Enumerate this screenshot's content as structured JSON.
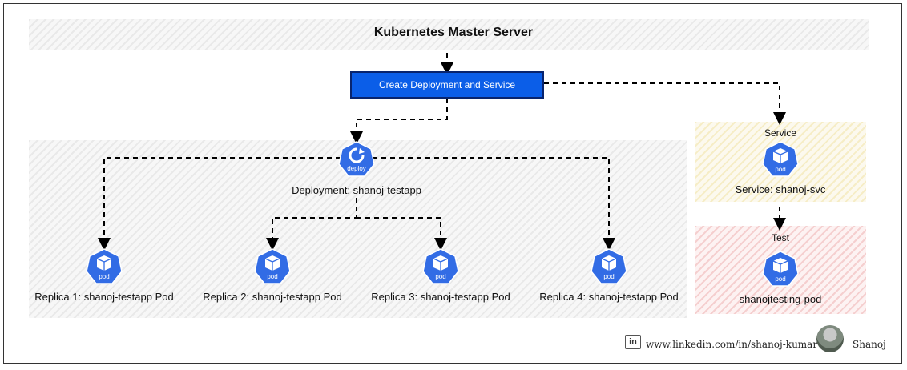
{
  "title": "Kubernetes Master Server",
  "action_box": "Create Deployment and Service",
  "deployment": {
    "icon_text": "deploy",
    "label": "Deployment: shanoj-testapp"
  },
  "replicas": [
    {
      "icon_text": "pod",
      "label": "Replica 1: shanoj-testapp Pod"
    },
    {
      "icon_text": "pod",
      "label": "Replica 2: shanoj-testapp Pod"
    },
    {
      "icon_text": "pod",
      "label": "Replica 3: shanoj-testapp Pod"
    },
    {
      "icon_text": "pod",
      "label": "Replica 4: shanoj-testapp Pod"
    }
  ],
  "service_group": {
    "header": "Service",
    "icon_text": "pod",
    "label": "Service: shanoj-svc"
  },
  "test_group": {
    "header": "Test",
    "icon_text": "pod",
    "label": "shanojtesting-pod"
  },
  "footer": {
    "linkedin_icon": "in",
    "url": "www.linkedin.com/in/shanoj-kumar",
    "name": "Shanoj"
  },
  "colors": {
    "k8s_blue": "#326ce5",
    "button_blue": "#0b5ee8"
  }
}
